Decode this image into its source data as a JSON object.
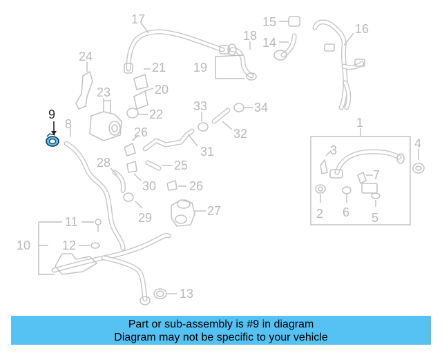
{
  "diagram": {
    "highlight_color": "#56c1f3",
    "labels": {
      "n1": "1",
      "n2": "2",
      "n3": "3",
      "n4": "4",
      "n5": "5",
      "n6": "6",
      "n7": "7",
      "n8": "8",
      "n9": "9",
      "n10": "10",
      "n11": "11",
      "n12": "12",
      "n13": "13",
      "n14": "14",
      "n15": "15",
      "n16": "16",
      "n17": "17",
      "n18": "18",
      "n19": "19",
      "n20": "20",
      "n21": "21",
      "n22": "22",
      "n23": "23",
      "n24": "24",
      "n25": "25",
      "n26a": "26",
      "n26b": "26",
      "n27": "27",
      "n28": "28",
      "n29": "29",
      "n30": "30",
      "n31": "31",
      "n32": "32",
      "n33": "33",
      "n34": "34"
    }
  },
  "banner": {
    "line1": "Part or sub-assembly is #9 in diagram",
    "line2": "Diagram may not be specific to your vehicle",
    "color": "#56c1f3"
  }
}
